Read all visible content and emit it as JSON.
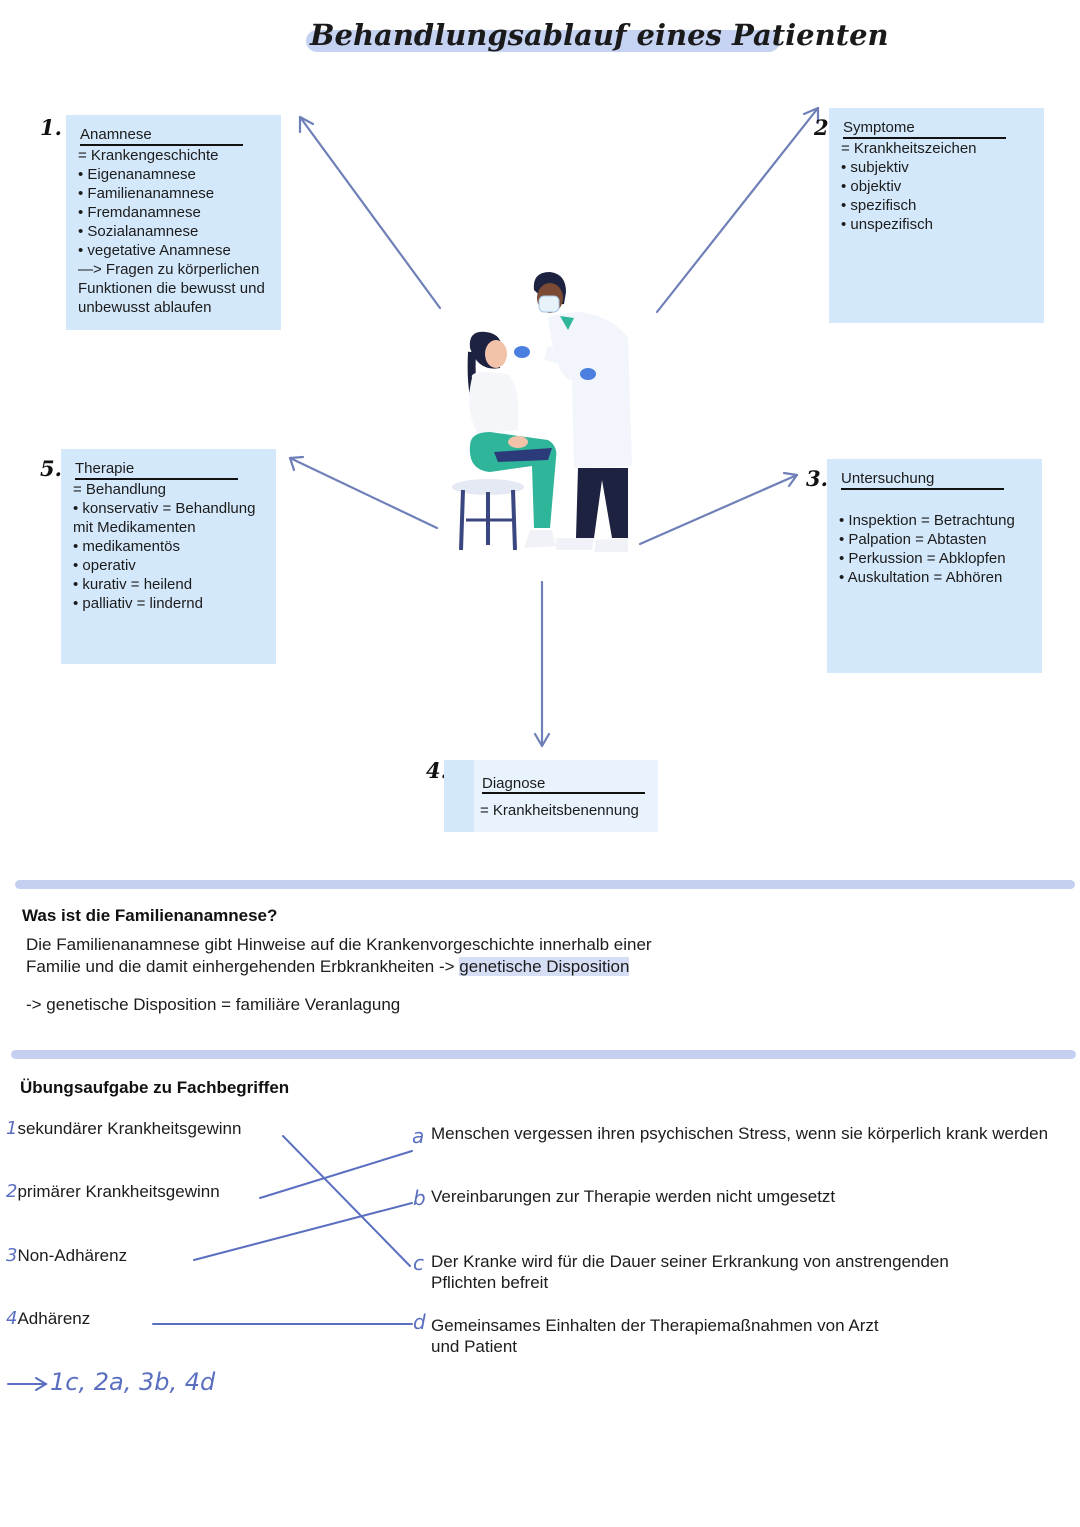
{
  "title": "Behandlungsablauf eines Patienten",
  "cards": {
    "anamnese": {
      "num": "1.",
      "title": "Anamnese",
      "lines": [
        "= Krankengeschichte",
        "Eigenanamnese",
        "Familienanamnese",
        "Fremdanamnese",
        "Sozialanamnese",
        "vegetative Anamnese",
        "—> Fragen zu körperlichen",
        "Funktionen die bewusst und",
        "unbewusst ablaufen"
      ]
    },
    "symptome": {
      "num": "2.",
      "title": "Symptome",
      "lines": [
        "= Krankheitszeichen",
        "subjektiv",
        "objektiv",
        "spezifisch",
        "unspezifisch"
      ]
    },
    "untersuchung": {
      "num": "3.",
      "title": "Untersuchung",
      "lines": [
        "Inspektion = Betrachtung",
        "Palpation = Abtasten",
        "Perkussion = Abklopfen",
        "Auskultation = Abhören"
      ]
    },
    "diagnose": {
      "num": "4.",
      "title": "Diagnose",
      "lines": [
        "= Krankheitsbenennung"
      ]
    },
    "therapie": {
      "num": "5.",
      "title": "Therapie",
      "lines": [
        "= Behandlung",
        "konservativ = Behandlung",
        "mit Medikamenten",
        "medikamentös",
        "operativ",
        "kurativ = heilend",
        "palliativ = lindernd"
      ]
    }
  },
  "familienanamnese": {
    "question": "Was ist die Familienanamnese?",
    "line1": "Die Familienanamnese gibt Hinweise auf die Krankenvorgeschichte innerhalb einer",
    "line2_prefix": "Familie und die damit einhergehenden Erbkrankheiten -> ",
    "line2_highlight": "genetische Disposition",
    "note": "-> genetische Disposition = familiäre Veranlagung"
  },
  "exercise": {
    "title": "Übungsaufgabe zu Fachbegriffen",
    "left": [
      {
        "num": "1",
        "text": "sekundärer Krankheitsgewinn"
      },
      {
        "num": "2",
        "text": "primärer Krankheitsgewinn"
      },
      {
        "num": "3",
        "text": "Non-Adhärenz"
      },
      {
        "num": "4",
        "text": "Adhärenz"
      }
    ],
    "right": [
      {
        "letter": "a",
        "lines": [
          "Menschen vergessen ihren psychischen Stress, wenn sie körperlich krank werden"
        ]
      },
      {
        "letter": "b",
        "lines": [
          "Vereinbarungen zur Therapie werden nicht umgesetzt"
        ]
      },
      {
        "letter": "c",
        "lines": [
          "Der Kranke wird für die Dauer seiner Erkrankung von anstrengenden",
          "Pflichten befreit"
        ]
      },
      {
        "letter": "d",
        "lines": [
          "Gemeinsames Einhalten der Therapiemaßnahmen von Arzt",
          "und Patient"
        ]
      }
    ],
    "answer": "1c, 2a, 3b, 4d"
  },
  "colors": {
    "box": "#d4e8fb",
    "arrow": "#6f80b8",
    "highlight": "#c6d2f2",
    "divider": "#c5cff0",
    "handwriting": "#5a6fc0"
  }
}
